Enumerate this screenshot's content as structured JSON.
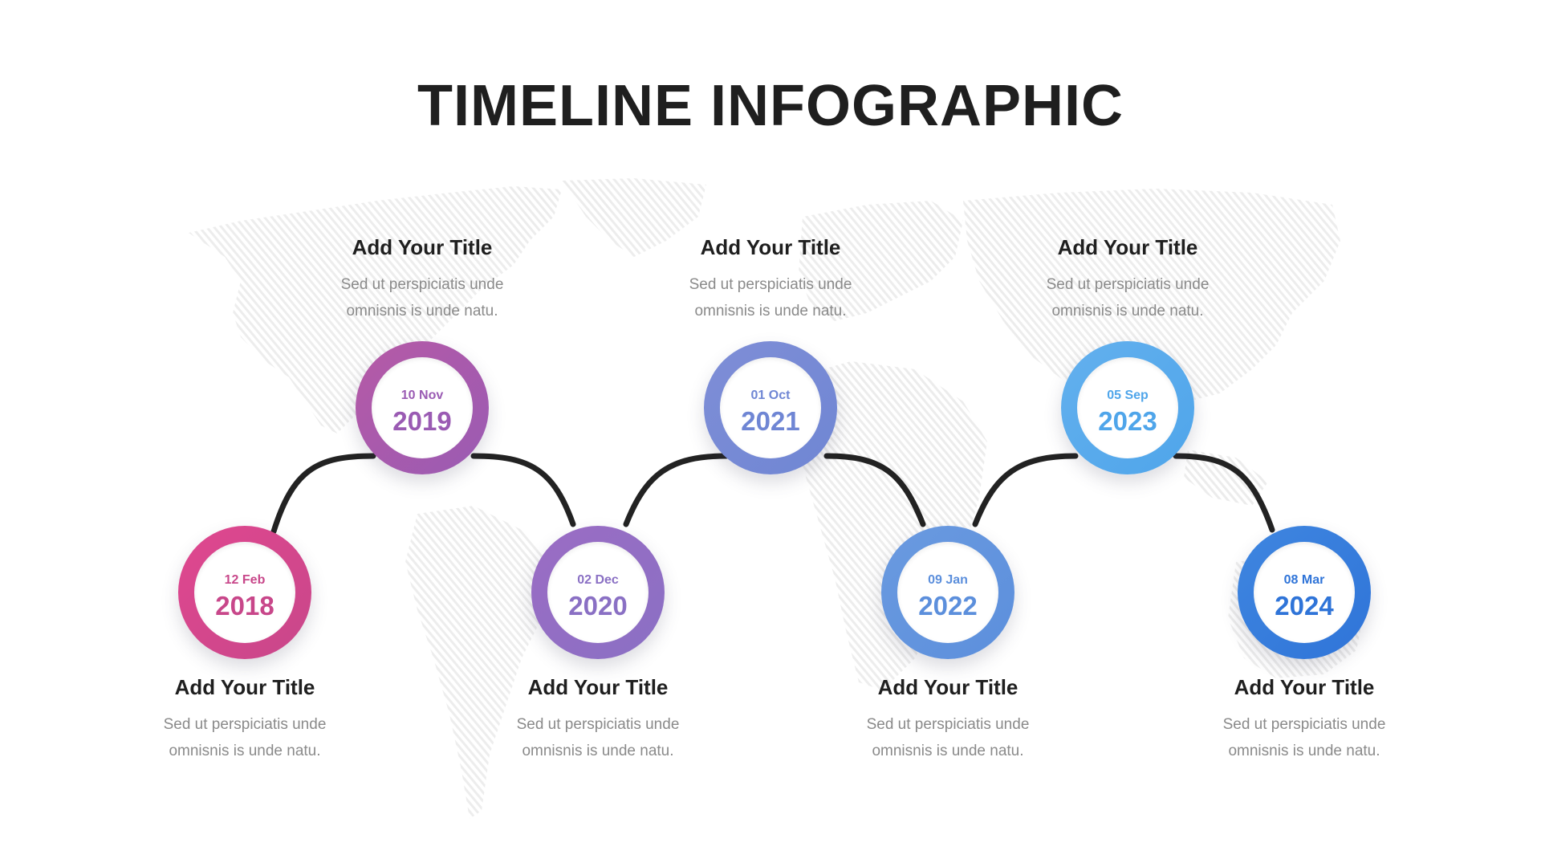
{
  "title": "TIMELINE INFOGRAPHIC",
  "events": [
    {
      "date": "12 Feb",
      "year": "2018",
      "title": "Add Your Title",
      "desc_line1": "Sed ut perspiciatis unde",
      "desc_line2": "omnisnis is unde natu.",
      "color_a": "#e0478f",
      "color_b": "#c8478a"
    },
    {
      "date": "10 Nov",
      "year": "2019",
      "title": "Add Your Title",
      "desc_line1": "Sed ut perspiciatis unde",
      "desc_line2": "omnisnis is unde natu.",
      "color_a": "#b65aa6",
      "color_b": "#9a5bb3"
    },
    {
      "date": "02 Dec",
      "year": "2020",
      "title": "Add Your Title",
      "desc_line1": "Sed ut perspiciatis unde",
      "desc_line2": "omnisnis is unde natu.",
      "color_a": "#9b6cc4",
      "color_b": "#8a70c4"
    },
    {
      "date": "01 Oct",
      "year": "2021",
      "title": "Add Your Title",
      "desc_line1": "Sed ut perspiciatis unde",
      "desc_line2": "omnisnis is unde natu.",
      "color_a": "#7f8ed6",
      "color_b": "#6f86d4"
    },
    {
      "date": "09 Jan",
      "year": "2022",
      "title": "Add Your Title",
      "desc_line1": "Sed ut perspiciatis unde",
      "desc_line2": "omnisnis is unde natu.",
      "color_a": "#6a9ae0",
      "color_b": "#5c8fdc"
    },
    {
      "date": "05 Sep",
      "year": "2023",
      "title": "Add Your Title",
      "desc_line1": "Sed ut perspiciatis unde",
      "desc_line2": "omnisnis is unde natu.",
      "color_a": "#63b0ee",
      "color_b": "#4fa5ea"
    },
    {
      "date": "08 Mar",
      "year": "2024",
      "title": "Add Your Title",
      "desc_line1": "Sed ut perspiciatis unde",
      "desc_line2": "omnisnis is unde natu.",
      "color_a": "#3f86e0",
      "color_b": "#2f74d8"
    }
  ],
  "connector_color": "#222222",
  "map_color": "#ececec"
}
